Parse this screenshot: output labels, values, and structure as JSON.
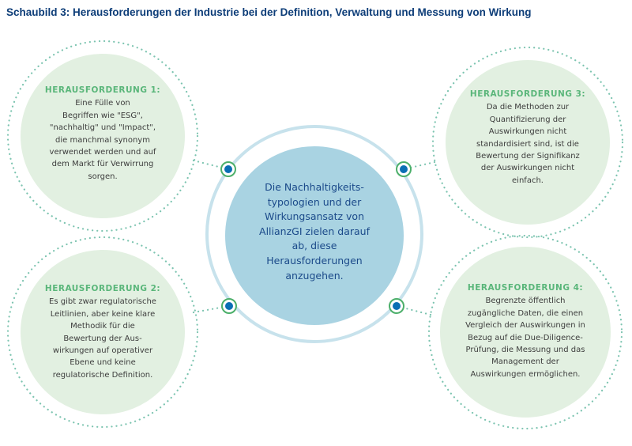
{
  "title": "Schaubild 3: Herausforderungen der Industrie bei der Definition, Verwaltung und Messung von Wirkung",
  "colors": {
    "title": "#0d3d78",
    "heading": "#5ab67a",
    "satellite_fill": "#e2f0e1",
    "dots": "#7cc4b0",
    "center_fill": "#a9d3e2",
    "center_ring": "#c7e2ec",
    "node": "#0a6eb4",
    "node_ring": "#4caf6a"
  },
  "center": {
    "lines": [
      "Die Nachhaltigkeits-",
      "typologien und der",
      "Wirkungsansatz von",
      "AllianzGI zielen darauf",
      "ab, diese",
      "Herausforderungen",
      "anzugehen."
    ]
  },
  "challenges": [
    {
      "heading": "HERAUSFORDERUNG  1:",
      "lines": [
        "Eine Fülle von",
        "Begriffen wie \"ESG\",",
        "\"nachhaltig\" und \"Impact\",",
        "die manchmal synonym",
        "verwendet werden und auf",
        "dem Markt für Verwirrung",
        "sorgen."
      ]
    },
    {
      "heading": "HERAUSFORDERUNG  2:",
      "lines": [
        "Es gibt zwar regulatorische",
        "Leitlinien, aber keine klare",
        "Methodik für die",
        "Bewertung der Aus-",
        "wirkungen auf operativer",
        "Ebene und keine",
        "regulatorische Definition."
      ]
    },
    {
      "heading": "HERAUSFORDERUNG  3:",
      "lines": [
        "Da die Methoden zur",
        "Quantifizierung der",
        "Auswirkungen nicht",
        "standardisiert sind, ist die",
        "Bewertung der Signifikanz",
        "der Auswirkungen nicht",
        "einfach."
      ]
    },
    {
      "heading": "HERAUSFORDERUNG  4:",
      "lines": [
        "Begrenzte öffentlich",
        "zugängliche Daten, die einen",
        "Vergleich der Auswirkungen in",
        "Bezug auf die Due-Diligence-",
        "Prüfung, die Messung und das",
        "Management der",
        "Auswirkungen ermöglichen."
      ]
    }
  ]
}
